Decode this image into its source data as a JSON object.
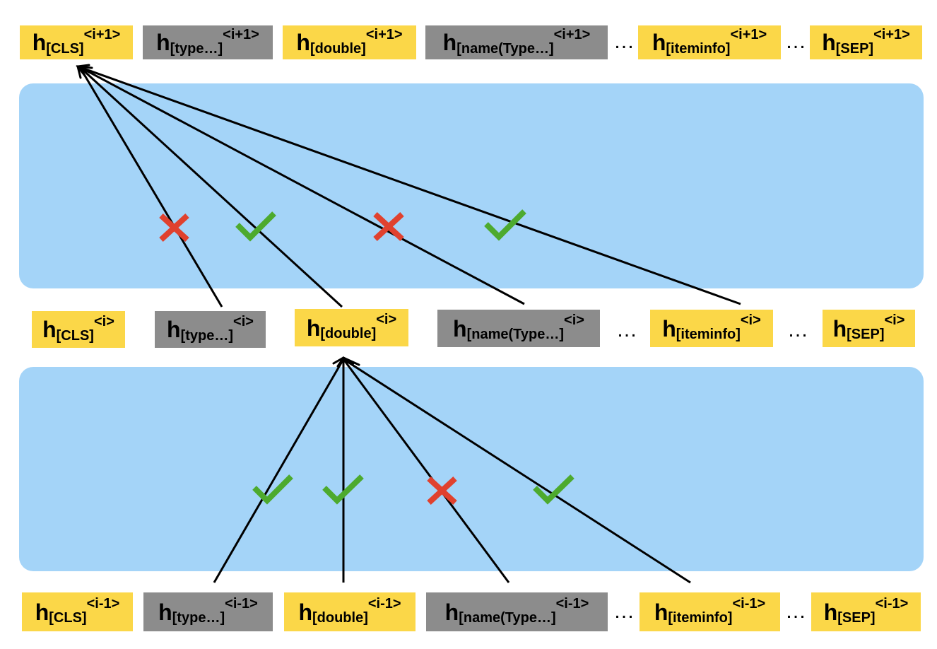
{
  "rows": {
    "top": {
      "tokens": [
        {
          "sub": "[CLS]",
          "sup": "<i+1>",
          "color": "#fbd748"
        },
        {
          "sub": "[type…]",
          "sup": "<i+1>",
          "color": "#8c8c8c"
        },
        {
          "sub": "[double]",
          "sup": "<i+1>",
          "color": "#fbd748"
        },
        {
          "sub": "[name(Type…]",
          "sup": "<i+1>",
          "color": "#8c8c8c"
        },
        {
          "sub": "[iteminfo]",
          "sup": "<i+1>",
          "color": "#fbd748"
        },
        {
          "sub": "[SEP]",
          "sup": "<i+1>",
          "color": "#fbd748"
        }
      ]
    },
    "middle": {
      "tokens": [
        {
          "sub": "[CLS]",
          "sup": "<i>",
          "color": "#fbd748"
        },
        {
          "sub": "[type…]",
          "sup": "<i>",
          "color": "#8c8c8c"
        },
        {
          "sub": "[double]",
          "sup": "<i>",
          "color": "#fbd748"
        },
        {
          "sub": "[name(Type…]",
          "sup": "<i>",
          "color": "#8c8c8c"
        },
        {
          "sub": "[iteminfo]",
          "sup": "<i>",
          "color": "#fbd748"
        },
        {
          "sub": "[SEP]",
          "sup": "<i>",
          "color": "#fbd748"
        }
      ]
    },
    "bottom": {
      "tokens": [
        {
          "sub": "[CLS]",
          "sup": "<i-1>",
          "color": "#fbd748"
        },
        {
          "sub": "[type…]",
          "sup": "<i-1>",
          "color": "#8c8c8c"
        },
        {
          "sub": "[double]",
          "sup": "<i-1>",
          "color": "#fbd748"
        },
        {
          "sub": "[name(Type…]",
          "sup": "<i-1>",
          "color": "#8c8c8c"
        },
        {
          "sub": "[iteminfo]",
          "sup": "<i-1>",
          "color": "#fbd748"
        },
        {
          "sub": "[SEP]",
          "sup": "<i-1>",
          "color": "#fbd748"
        }
      ]
    }
  },
  "token_letter": "h",
  "ellipsis": "…",
  "colors": {
    "panel": "#a4d4f8",
    "yellow_token": "#fbd748",
    "gray_token": "#8c8c8c",
    "allowed_check": "#4daa2e",
    "blocked_cross": "#e0412e",
    "arrow": "#000000"
  },
  "connections": {
    "upper": [
      {
        "from": "type…",
        "to": "CLS",
        "status": "blocked"
      },
      {
        "from": "double",
        "to": "CLS",
        "status": "allowed"
      },
      {
        "from": "name(Type…",
        "to": "CLS",
        "status": "blocked"
      },
      {
        "from": "iteminfo",
        "to": "CLS",
        "status": "allowed"
      }
    ],
    "lower": [
      {
        "from": "type…",
        "to": "double",
        "status": "allowed"
      },
      {
        "from": "double",
        "to": "double",
        "status": "allowed"
      },
      {
        "from": "name(Type…",
        "to": "double",
        "status": "blocked"
      },
      {
        "from": "iteminfo",
        "to": "double",
        "status": "allowed"
      }
    ]
  }
}
